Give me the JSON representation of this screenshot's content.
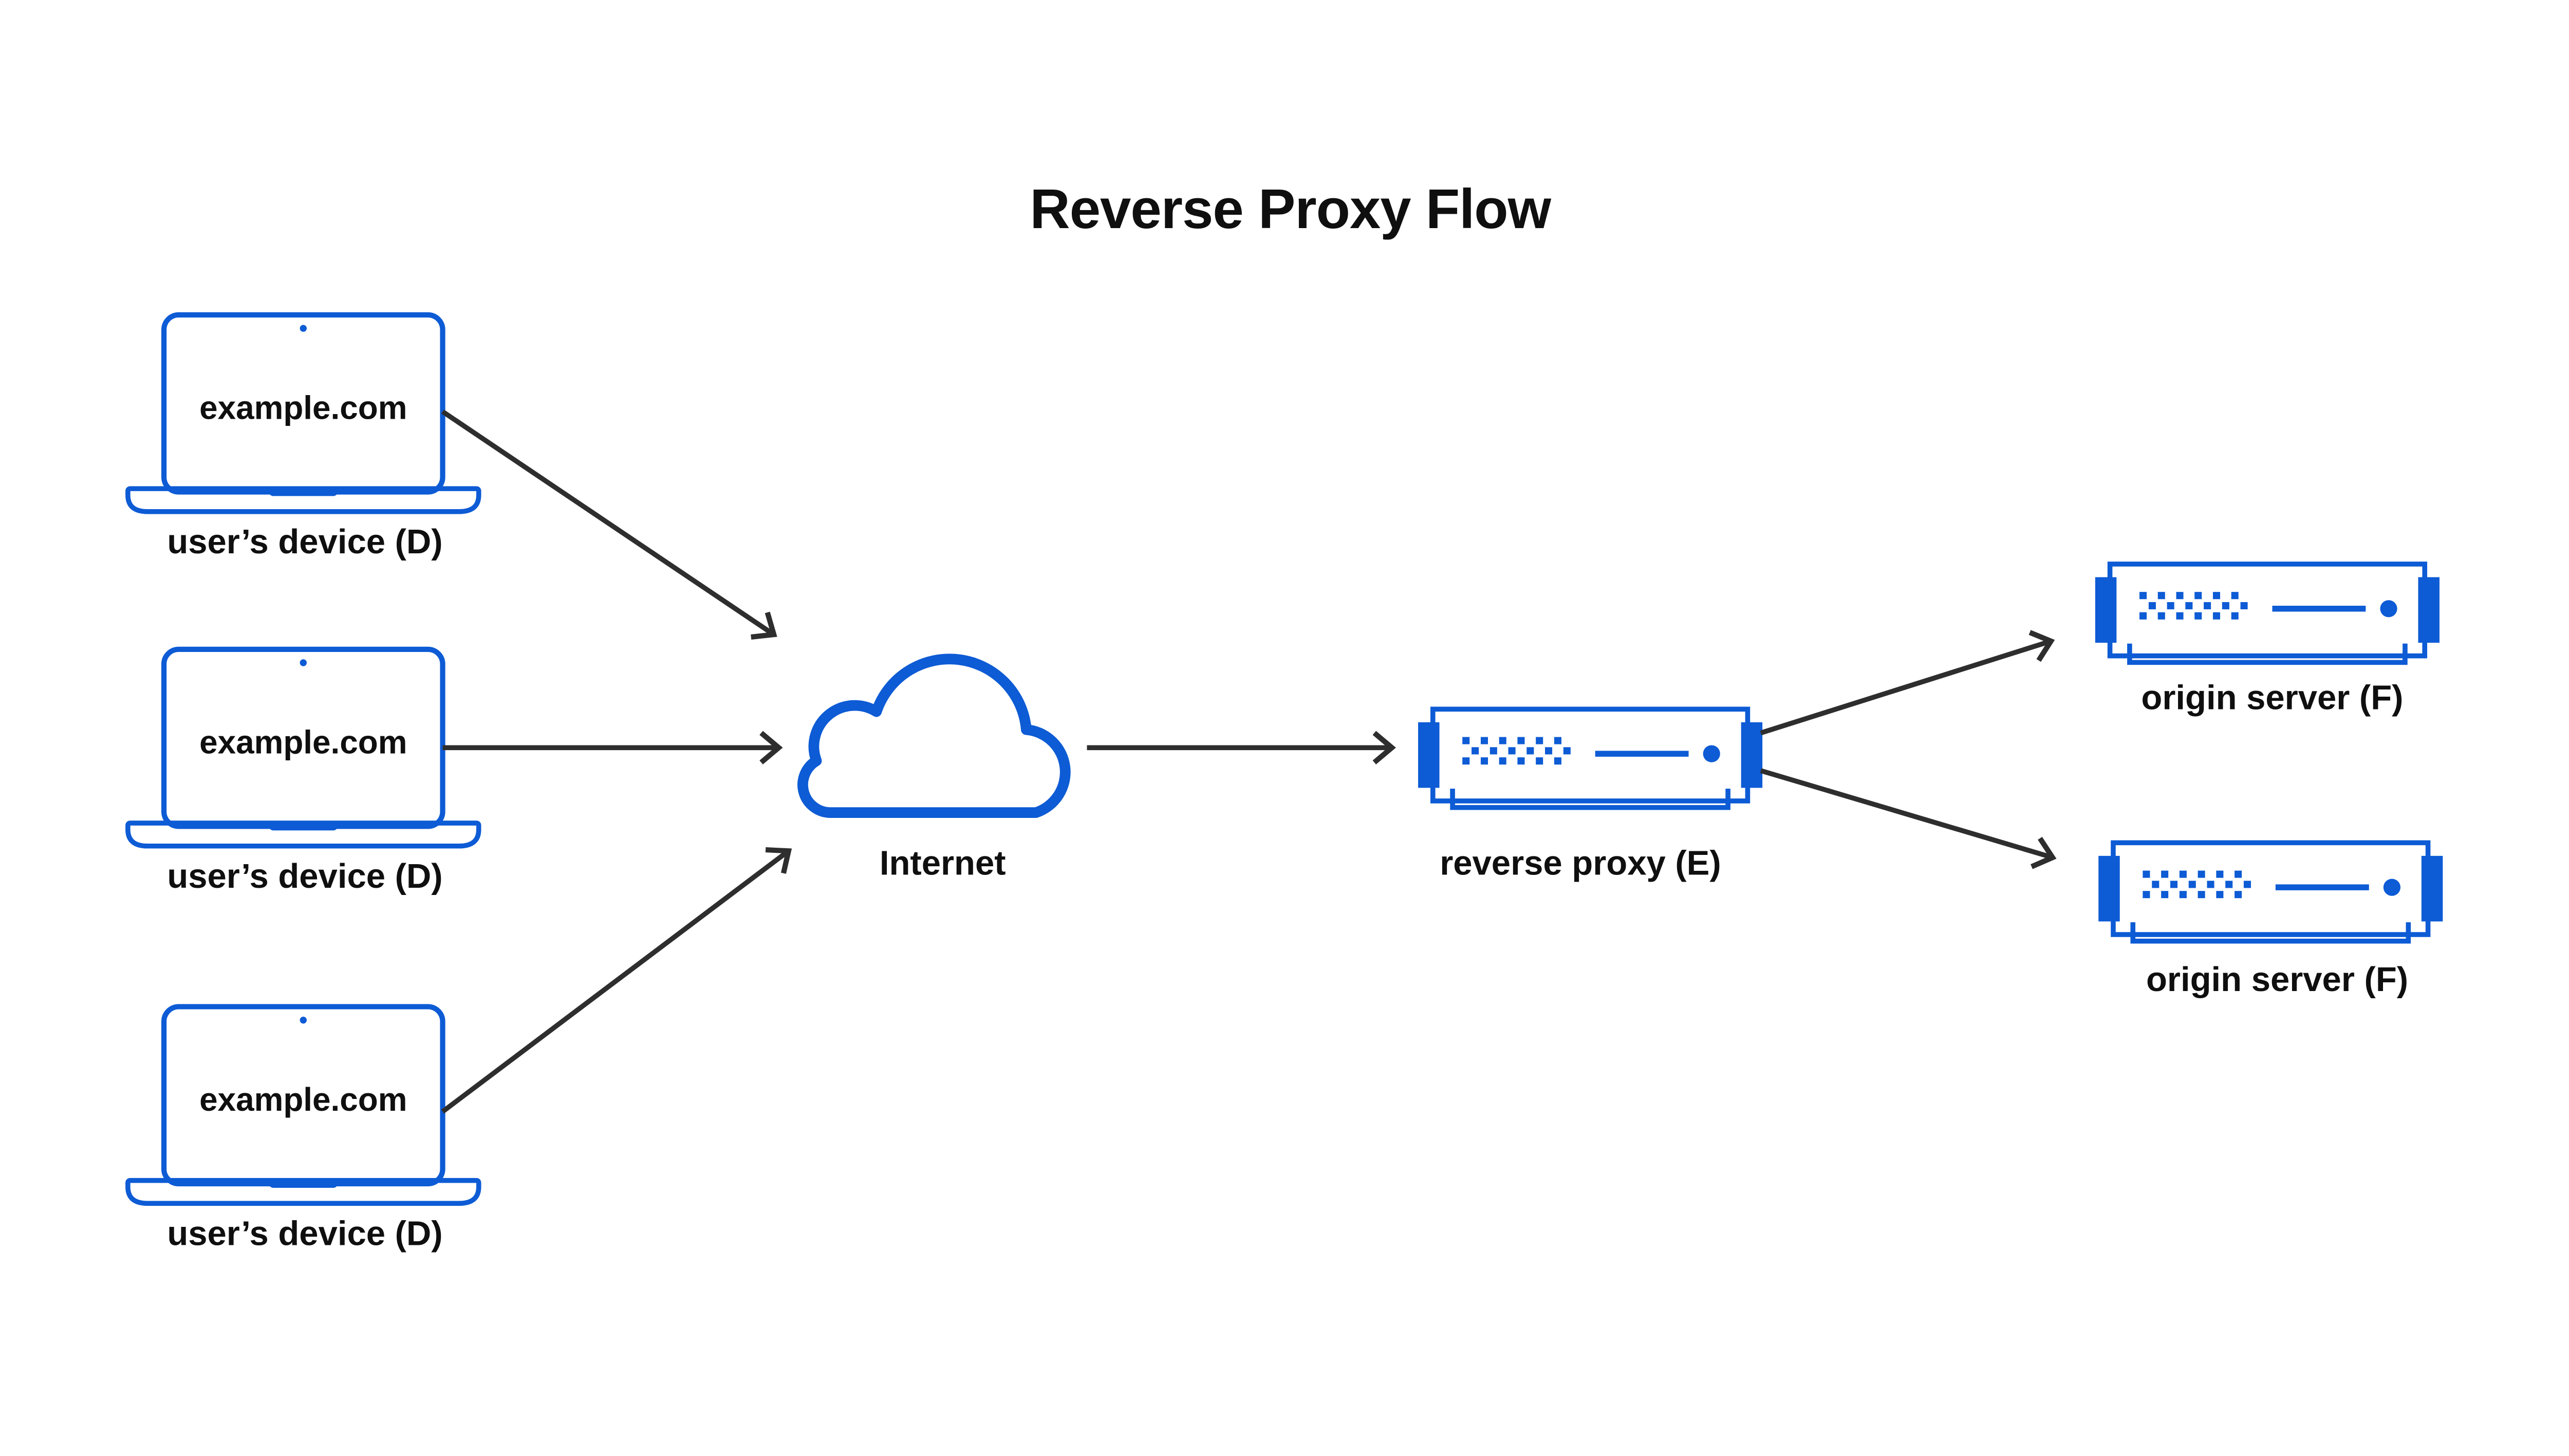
{
  "title": "Reverse Proxy Flow",
  "colors": {
    "blue": "#0d5bd5",
    "light_blue": "#bee3f0",
    "ink": "#0f0f0f",
    "arrow": "#2e2e2e"
  },
  "nodes": {
    "devices": [
      {
        "icon": "laptop-icon",
        "screen_text": "example.com",
        "label": "user’s device (D)"
      },
      {
        "icon": "laptop-icon",
        "screen_text": "example.com",
        "label": "user’s device (D)"
      },
      {
        "icon": "laptop-icon",
        "screen_text": "example.com",
        "label": "user’s device (D)"
      }
    ],
    "internet": {
      "icon": "cloud-icon",
      "label": "Internet"
    },
    "reverse_proxy": {
      "icon": "server-icon",
      "label": "reverse proxy (E)"
    },
    "origin_servers": [
      {
        "icon": "server-icon",
        "label": "origin server (F)"
      },
      {
        "icon": "server-icon",
        "label": "origin server (F)"
      }
    ]
  },
  "flows": [
    {
      "from": "user’s device (D) #1",
      "to": "Internet"
    },
    {
      "from": "user’s device (D) #2",
      "to": "Internet"
    },
    {
      "from": "user’s device (D) #3",
      "to": "Internet"
    },
    {
      "from": "Internet",
      "to": "reverse proxy (E)"
    },
    {
      "from": "reverse proxy (E)",
      "to": "origin server (F) #1"
    },
    {
      "from": "reverse proxy (E)",
      "to": "origin server (F) #2"
    }
  ]
}
